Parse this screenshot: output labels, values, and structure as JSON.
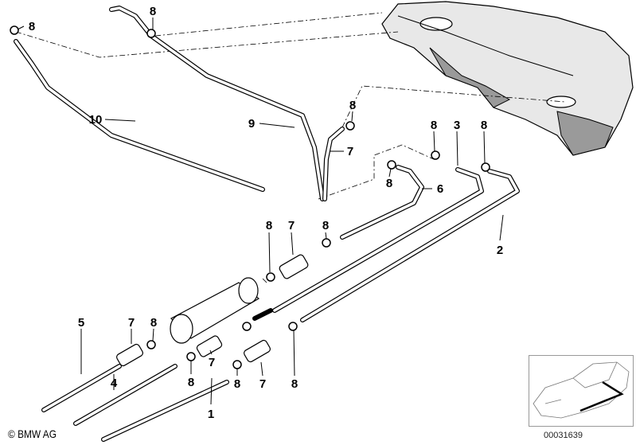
{
  "callouts": [
    "8",
    "8",
    "10",
    "9",
    "8",
    "7",
    "8",
    "3",
    "8",
    "8",
    "6",
    "2",
    "8",
    "7",
    "8",
    "5",
    "7",
    "8",
    "4",
    "7",
    "8",
    "8",
    "7",
    "8",
    "1"
  ],
  "footer": {
    "copyright": "© BMW AG",
    "diagram_number": "00031639"
  }
}
